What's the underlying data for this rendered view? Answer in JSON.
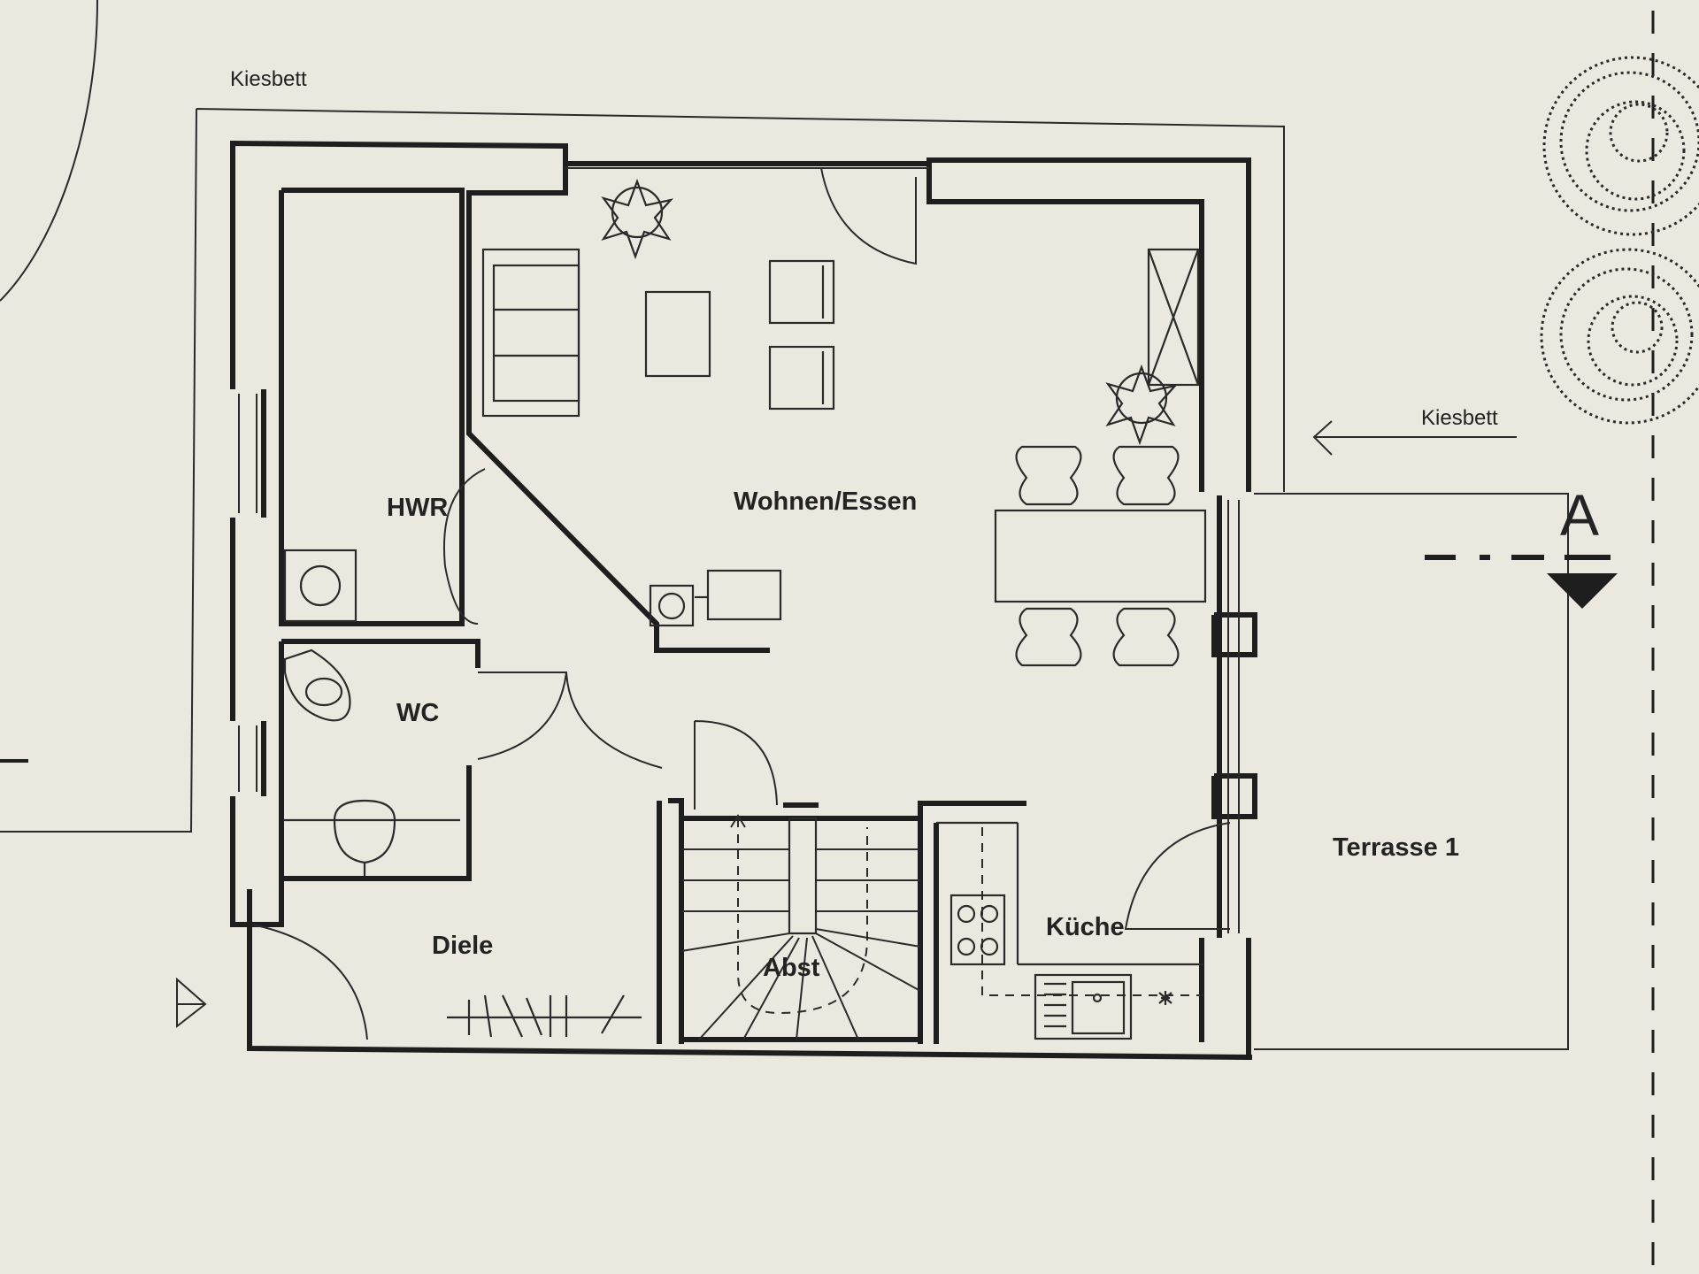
{
  "plan": {
    "labels": {
      "kiesbett_top": "Kiesbett",
      "kiesbett_right": "Kiesbett",
      "section_marker": "A"
    },
    "rooms": {
      "hwr": "HWR",
      "wc": "WC",
      "wohnen_essen": "Wohnen/Essen",
      "diele": "Diele",
      "abst": "Abst",
      "kueche": "Küche",
      "terrasse": "Terrasse 1"
    }
  }
}
